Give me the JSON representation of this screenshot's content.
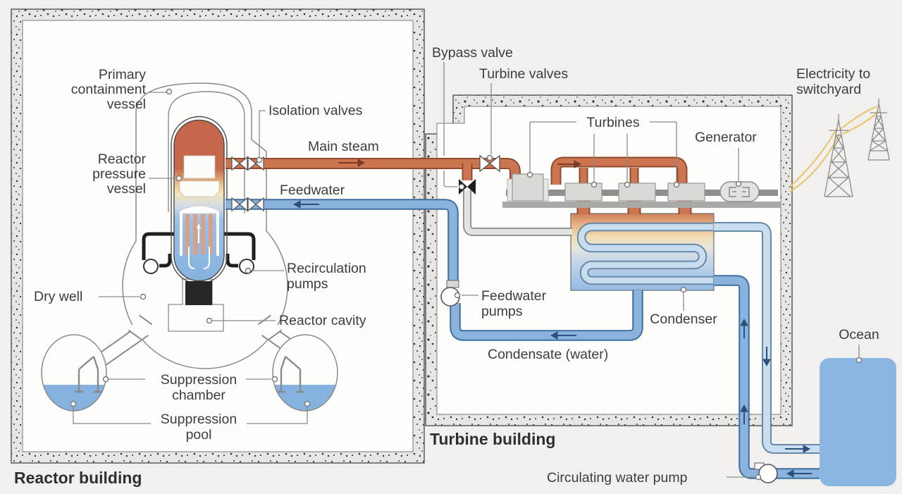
{
  "diagram_type": "BWR nuclear power plant schematic",
  "labels": {
    "primary_containment_vessel": [
      "Primary",
      "containment",
      "vessel"
    ],
    "reactor_pressure_vessel": [
      "Reactor",
      "pressure",
      "vessel"
    ],
    "isolation_valves": "Isolation valves",
    "main_steam": "Main steam",
    "feedwater": "Feedwater",
    "dry_well": "Dry well",
    "recirculation_pumps": [
      "Recirculation",
      "pumps"
    ],
    "reactor_cavity": "Reactor cavity",
    "suppression_chamber": [
      "Suppression",
      "chamber"
    ],
    "suppression_pool": [
      "Suppression",
      "pool"
    ],
    "reactor_building": "Reactor building",
    "bypass_valve": "Bypass valve",
    "turbine_valves": "Turbine valves",
    "turbines": "Turbines",
    "generator": "Generator",
    "electricity_to_switchyard": [
      "Electricity to",
      "switchyard"
    ],
    "feedwater_pumps": [
      "Feedwater",
      "pumps"
    ],
    "condenser": "Condenser",
    "condensate_water": "Condensate (water)",
    "turbine_building": "Turbine building",
    "circulating_water_pump": "Circulating water pump",
    "ocean": "Ocean"
  },
  "colors": {
    "background": "#f1f0ee",
    "steam_pipe": "#cd7450",
    "steam_pipe_outline": "#8f4a30",
    "water_pipe": "#8ab4de",
    "water_pipe_outline": "#3f6f9f",
    "cooling_pipe": "#c9ddf1",
    "cooling_pipe_outline": "#6888a8",
    "bypass_pipe": "#e3e3df",
    "ocean": "#8cb6e2",
    "pool_water": "#85b2de",
    "wall_fill": "#e7e6e2",
    "equipment_gray": "#d9d9d6",
    "fuel_rod": "#d8a186",
    "text": "#3d3d3d",
    "wire_yellow": "#e9c76f"
  }
}
